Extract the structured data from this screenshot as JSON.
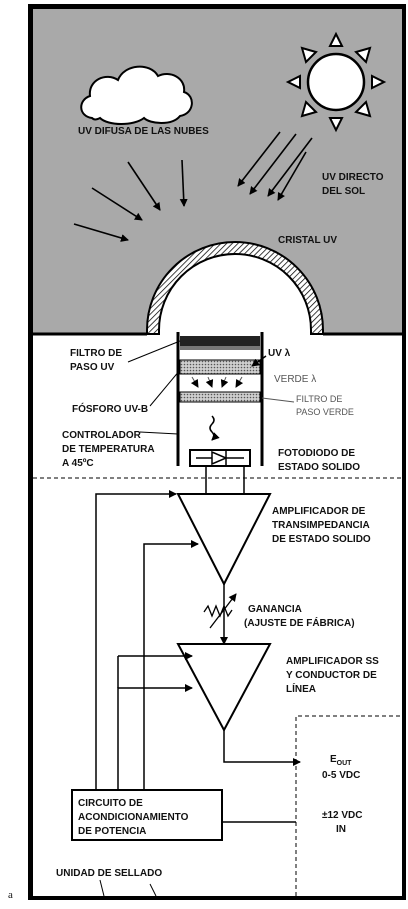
{
  "figure_letter": "a",
  "sky": {
    "clouds_label": "UV DIFUSA DE LAS NUBES",
    "sun_label_line1": "UV DIRECTO",
    "sun_label_line2": "DEL SOL",
    "dome_label": "CRISTAL UV"
  },
  "sensor": {
    "uv_filter_line1": "FILTRO DE",
    "uv_filter_line2": "PASO UV",
    "uv_lambda": "UV λ",
    "green_lambda": "VERDE λ",
    "phosphor": "FÓSFORO UV-B",
    "green_filter_line1": "FILTRO DE",
    "green_filter_line2": "PASO VERDE",
    "controller_line1": "CONTROLADOR",
    "controller_line2": "DE TEMPERATURA",
    "controller_line3": "A 45ºC",
    "photodiode_line1": "FOTODIODO DE",
    "photodiode_line2": "ESTADO SOLIDO"
  },
  "electronics": {
    "amp1_line1": "AMPLIFICADOR DE",
    "amp1_line2": "TRANSIMPEDANCIA",
    "amp1_line3": "DE ESTADO SOLIDO",
    "gain_line1": "GANANCIA",
    "gain_line2": "(AJUSTE DE FÁBRICA)",
    "amp2_line1": "AMPLIFICADOR SS",
    "amp2_line2": "Y CONDUCTOR DE",
    "amp2_line3": "LÍNEA",
    "eout_main": "E",
    "eout_sub": "OUT",
    "eout_range": "0-5 VDC",
    "supply_line1": "±12 VDC",
    "supply_line2": "IN",
    "power_line1": "CIRCUITO DE",
    "power_line2": "ACONDICIONAMIENTO",
    "power_line3": "DE POTENCIA",
    "seal_unit": "UNIDAD DE SELLADO"
  },
  "colors": {
    "sky": "#a9a9a9",
    "lower_body": "#ffffff",
    "line": "#000000"
  }
}
